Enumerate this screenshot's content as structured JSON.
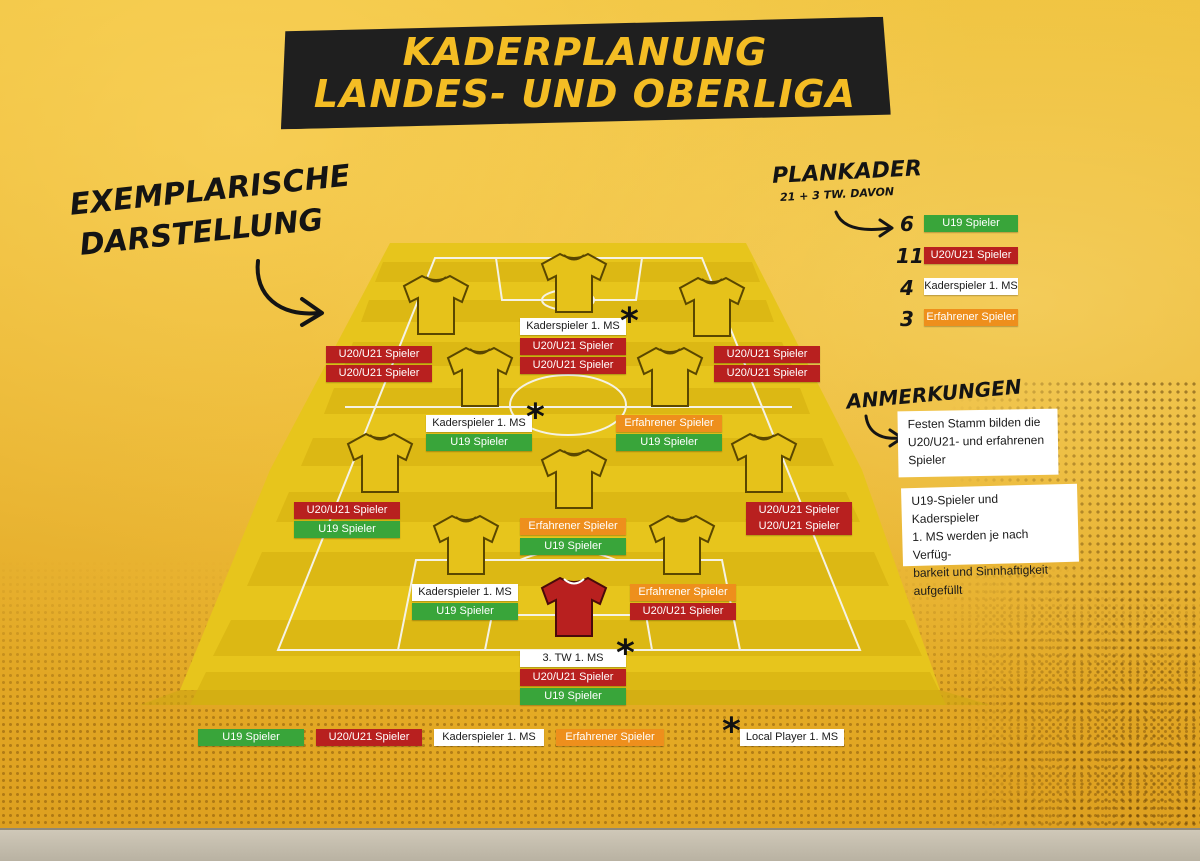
{
  "title": {
    "line1": "KADERPLANUNG",
    "line2": "LANDES- UND OBERLIGA"
  },
  "exemplarische": {
    "line1": "EXEMPLARISCHE",
    "line2": "DARSTELLUNG"
  },
  "plankader": {
    "heading": "PLANKADER",
    "sub": "21 + 3 TW. DAVON",
    "items": [
      {
        "count": "6",
        "label": "U19 Spieler",
        "type": "u19"
      },
      {
        "count": "11",
        "label": "U20/U21 Spieler",
        "type": "u20"
      },
      {
        "count": "4",
        "label": "Kaderspieler 1. MS",
        "type": "kad"
      },
      {
        "count": "3",
        "label": "Erfahrener Spieler",
        "type": "erf"
      }
    ]
  },
  "anmerkungen": {
    "heading": "ANMERKUNGEN",
    "note1": [
      "Festen Stamm bilden die",
      "U20/U21- und erfahrenen",
      "Spieler"
    ],
    "note2": [
      "U19-Spieler und Kaderspieler",
      "1. MS werden je nach Verfüg-",
      "barkeit und Sinnhaftigkeit",
      "aufgefüllt"
    ]
  },
  "labels": {
    "u19": "U19 Spieler",
    "u20": "U20/U21 Spieler",
    "kad": "Kaderspieler 1. MS",
    "erf": "Erfahrener Spieler",
    "tw": "3. TW 1. MS",
    "local": "Local Player 1. MS"
  },
  "star": "*",
  "colors": {
    "u19": "#39a53a",
    "u20": "#b8201f",
    "kad": "#ffffff",
    "erf": "#ee8f1c",
    "shirt": "#e6c21a",
    "goalkeeper_shirt": "#b8201f",
    "title_band": "#1f1f1f",
    "title_text": "#f4bd24"
  }
}
